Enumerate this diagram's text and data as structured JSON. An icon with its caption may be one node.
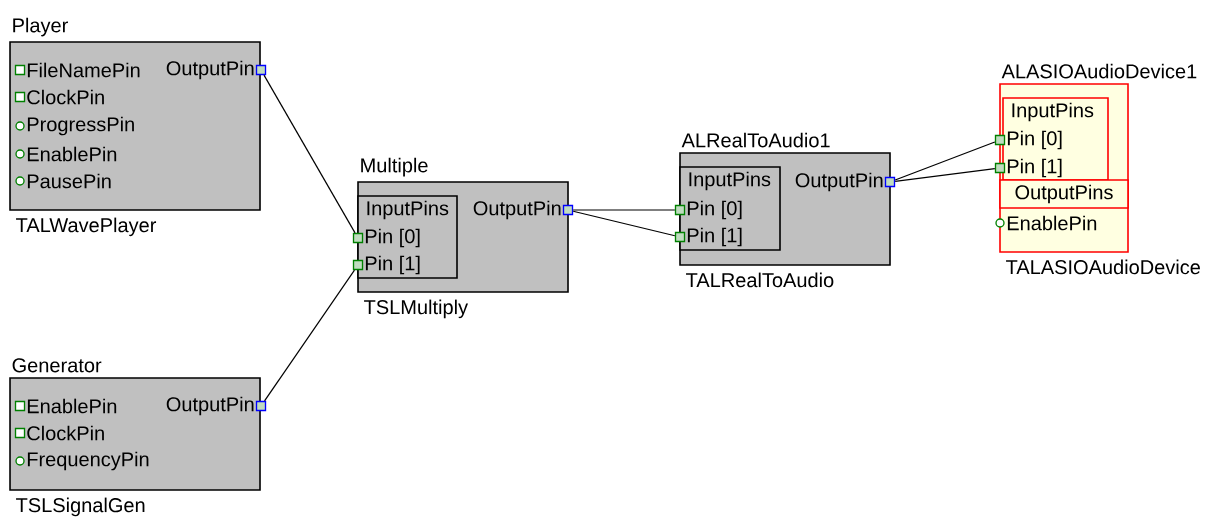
{
  "diagram": {
    "nodes": [
      {
        "text": [
          "Player"
        ],
        "beside": [
          "TALWavePlayer"
        ]
      },
      {
        "text": [
          "FileNamePin"
        ],
        "in": 0
      },
      {
        "text": [
          "ClockPin"
        ],
        "in": 0
      },
      {
        "text": [
          "ProgressPin"
        ],
        "in": 0
      },
      {
        "text": [
          "EnablePin"
        ],
        "in": 0
      },
      {
        "text": [
          "PausePin"
        ],
        "in": 0
      },
      {
        "text": [
          "OutputPin"
        ],
        "in": 0
      },
      {
        "text": [
          "Generator"
        ],
        "beside": [
          "TSLSignalGen"
        ]
      },
      {
        "text": [
          "EnablePin"
        ],
        "in": 7
      },
      {
        "text": [
          "ClockPin"
        ],
        "in": 7
      },
      {
        "text": [
          "FrequencyPin"
        ],
        "in": 7
      },
      {
        "text": [
          "OutputPin"
        ],
        "in": 7
      },
      {
        "text": [
          "Multiple"
        ],
        "beside": [
          "TSLMultiply"
        ]
      },
      {
        "text": [
          "InputPins"
        ],
        "in": 12
      },
      {
        "text": [
          "Pin [0]"
        ],
        "in": 13
      },
      {
        "text": [
          "Pin [1]"
        ],
        "in": 13
      },
      {
        "text": [
          "OutputPin"
        ],
        "in": 12
      },
      {
        "text": [
          "ALRealToAudio1"
        ],
        "beside": [
          "TALRealToAudio"
        ]
      },
      {
        "text": [
          "InputPins"
        ],
        "in": 17
      },
      {
        "text": [
          "Pin [0]"
        ],
        "in": 18
      },
      {
        "text": [
          "Pin [1]"
        ],
        "in": 18
      },
      {
        "text": [
          "OutputPin"
        ],
        "in": 17
      },
      {
        "text": [
          "ALASIOAudioDevice1"
        ],
        "beside": [
          "TALASIOAudioDevice"
        ]
      },
      {
        "text": [
          "InputPins"
        ],
        "in": 22
      },
      {
        "text": [
          "Pin [0]"
        ],
        "in": 23
      },
      {
        "text": [
          "Pin [1]"
        ],
        "in": 23
      },
      {
        "text": [
          "OutputPins"
        ],
        "in": 22
      },
      {
        "text": [
          "EnablePin"
        ],
        "in": 22
      }
    ],
    "edges": [
      {
        "from": 6,
        "to": 14,
        "arrow": "none"
      },
      {
        "from": 11,
        "to": 15,
        "arrow": "none"
      },
      {
        "from": 16,
        "to": 19,
        "arrow": "none"
      },
      {
        "from": 16,
        "to": 20,
        "arrow": "none"
      },
      {
        "from": 21,
        "to": 24,
        "arrow": "none"
      },
      {
        "from": 21,
        "to": 25,
        "arrow": "none"
      }
    ]
  }
}
